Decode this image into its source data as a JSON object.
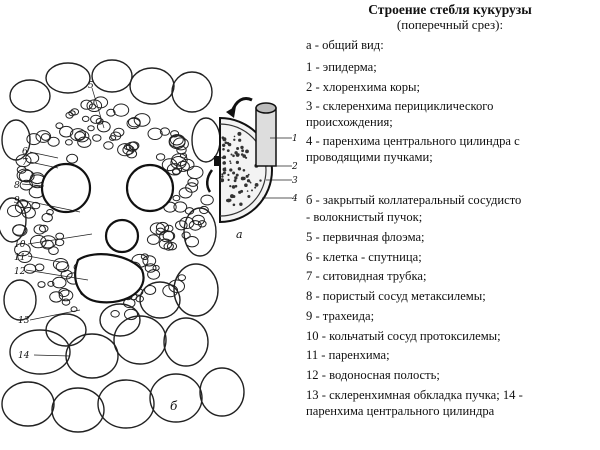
{
  "title": "Строение стебля кукурузы",
  "subtitle": "(поперечный срез):",
  "legend": [
    "а - общий вид:",
    "1 - эпидерма;",
    "2 - хлоренхима коры;",
    "3 - склеренхима перициклического",
    "происхождения;",
    "4 - паренхима центрального цилиндра с",
    "проводящими пучками;",
    "б - закрытый коллатеральный сосудисто",
    "- волокнистый пучок;",
    "5 - первичная флоэма;",
    "6 - клетка - спутница;",
    "7 - ситовидная трубка;",
    "8 - пористый сосуд метаксилемы;",
    "9 - трахеида;",
    "10 - кольчатый сосуд протоксилемы;",
    "11 - паренхима;",
    "12 - водоносная полость;",
    "13 - склеренхимная обкладка пучка; 14 -",
    "паренхима центрального цилиндра"
  ],
  "figure_labels": {
    "l5": "5",
    "l6": "6",
    "l7": "7",
    "l8": "8",
    "l9": "9",
    "l10": "10",
    "l11": "11",
    "l12": "12",
    "l13": "13",
    "l14": "14",
    "lb": "б",
    "la": "а",
    "r1": "1",
    "r2": "2",
    "r3": "3",
    "r4": "4"
  }
}
